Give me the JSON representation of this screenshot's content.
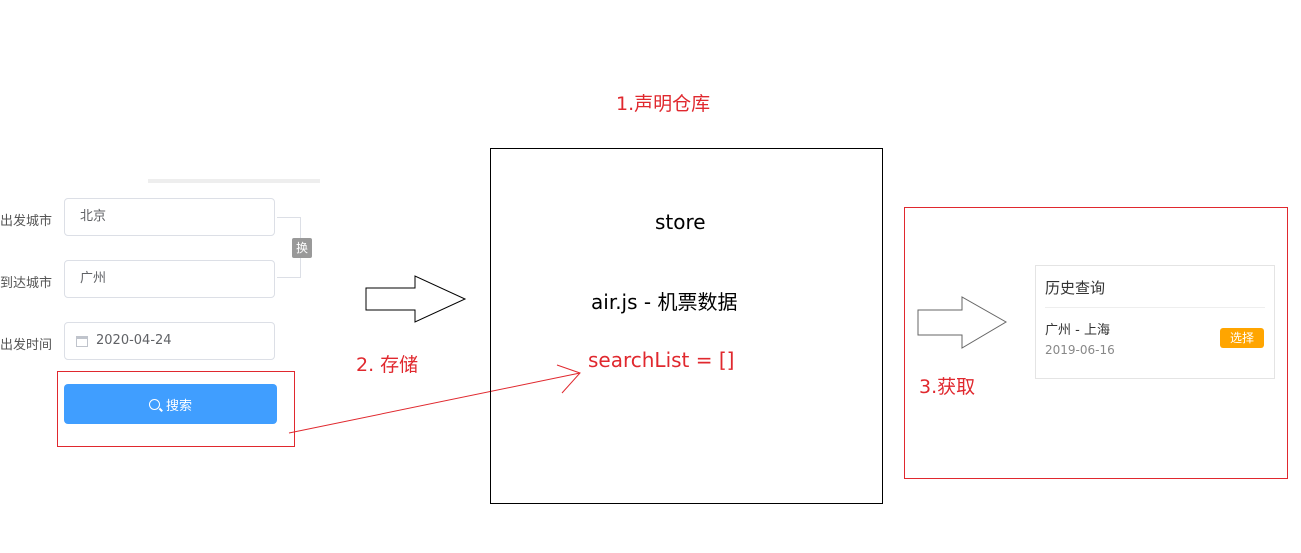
{
  "steps": {
    "declare": "1.声明仓库",
    "store_step": "2. 存储",
    "fetch": "3.获取"
  },
  "form": {
    "departure_label": "出发城市",
    "departure_value": "北京",
    "arrival_label": "到达城市",
    "arrival_value": "广州",
    "date_label": "出发时间",
    "date_value": "2020-04-24",
    "swap_label": "换",
    "search_label": "搜索"
  },
  "store": {
    "title": "store",
    "file": "air.js - 机票数据",
    "variable": "searchList = []"
  },
  "history": {
    "title": "历史查询",
    "items": [
      {
        "route": "广州 - 上海",
        "date": "2019-06-16",
        "action": "选择"
      }
    ]
  },
  "colors": {
    "annotation_red": "#e0282e",
    "search_button": "#409eff",
    "select_button": "#ffa500",
    "swap_button": "#999999"
  }
}
